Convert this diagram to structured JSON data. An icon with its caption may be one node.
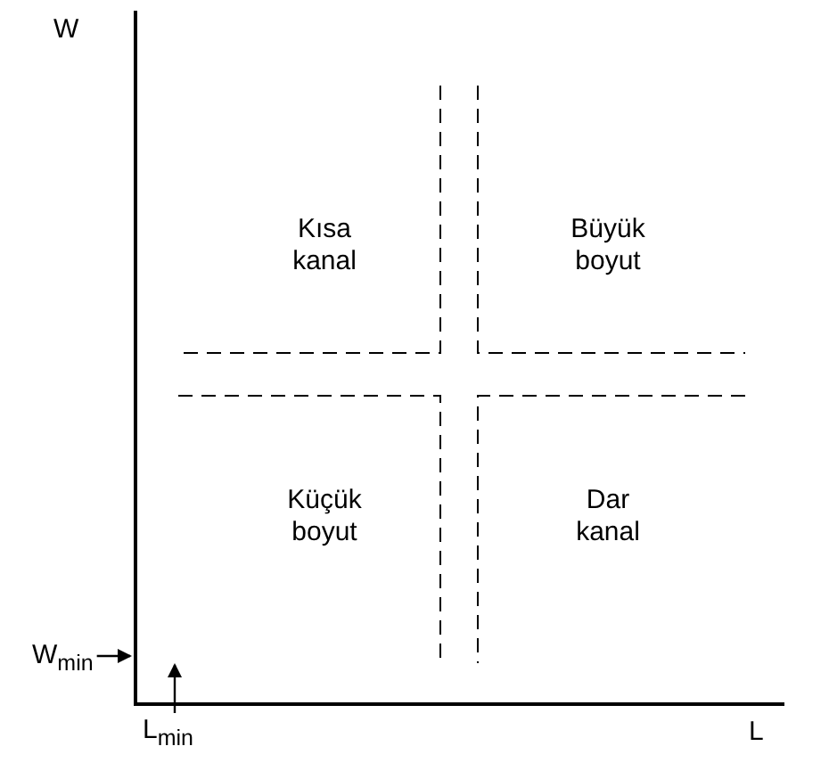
{
  "diagram": {
    "nodes": [
      {
        "text": [
          "W$_{min}$"
        ]
      },
      {
        "text": [
          "L$_{min}$"
        ]
      }
    ],
    "edges": [
      {
        "from": 0,
        "to": null,
        "arrow": "to"
      },
      {
        "from": 1,
        "to": null,
        "arrow": "to"
      }
    ],
    "labels": [
      "W",
      "Kısa kanal",
      "Büyük boyut",
      "Küçük boyut",
      "Dar kanal",
      "L"
    ]
  }
}
